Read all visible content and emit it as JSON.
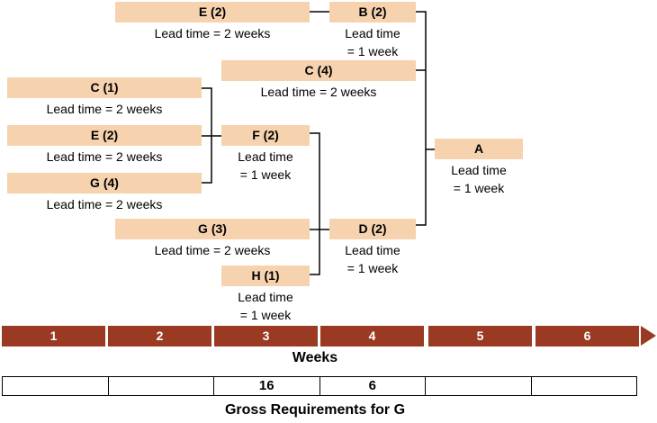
{
  "nodes": {
    "e2_top": {
      "title": "E (2)",
      "lead": [
        "Lead time = 2 weeks"
      ]
    },
    "b2": {
      "title": "B (2)",
      "lead": [
        "Lead time",
        "= 1 week"
      ]
    },
    "c4": {
      "title": "C (4)",
      "lead": [
        "Lead time = 2 weeks"
      ]
    },
    "c1": {
      "title": "C (1)",
      "lead": [
        "Lead time = 2 weeks"
      ]
    },
    "e2_mid": {
      "title": "E (2)",
      "lead": [
        "Lead time = 2 weeks"
      ]
    },
    "f2": {
      "title": "F (2)",
      "lead": [
        "Lead time",
        "= 1 week"
      ]
    },
    "a": {
      "title": "A",
      "lead": [
        "Lead time",
        "= 1 week"
      ]
    },
    "g4": {
      "title": "G (4)",
      "lead": [
        "Lead time = 2 weeks"
      ]
    },
    "g3": {
      "title": "G (3)",
      "lead": [
        "Lead time = 2 weeks"
      ]
    },
    "d2": {
      "title": "D (2)",
      "lead": [
        "Lead time",
        "= 1 week"
      ]
    },
    "h1": {
      "title": "H (1)",
      "lead": [
        "Lead time",
        "= 1 week"
      ]
    }
  },
  "timeline": {
    "weeks": [
      "1",
      "2",
      "3",
      "4",
      "5",
      "6"
    ],
    "label": "Weeks",
    "color": "#9b3a22"
  },
  "gross_requirements": {
    "label": "Gross Requirements for G",
    "values": [
      "",
      "",
      "16",
      "6",
      "",
      ""
    ]
  },
  "colors": {
    "node_fill": "#f6d3ae",
    "line": "#000000"
  }
}
